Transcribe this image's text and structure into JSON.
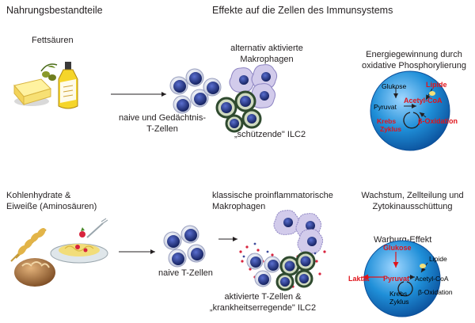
{
  "headers": {
    "left": "Nahrungsbestandteile",
    "right": "Effekte auf die Zellen des Immunsystems"
  },
  "row1": {
    "food": "Fettsäuren",
    "tcell": [
      "naive und Gedächtnis-",
      "T-Zellen"
    ],
    "macro": [
      "alternativ aktivierte",
      "Makrophagen"
    ],
    "ilc": "„schützende\" ILC2",
    "energy": [
      "Energiegewinnung durch",
      "oxidative Phosphorylierung"
    ],
    "cell": {
      "glukose": "Glukose",
      "lipide": "Lipide",
      "pyruvat": "Pyruvat",
      "acetyl": "Acetyl-CoA",
      "krebs1": "Krebs",
      "krebs2": "Zyklus",
      "beta": "β-Oxidation"
    }
  },
  "row2": {
    "food": [
      "Kohlenhydrate &",
      "Eiweiße (Aminosäuren)"
    ],
    "tcell": "naive T-Zellen",
    "macro": [
      "klassische proinflammatorische",
      "Makrophagen"
    ],
    "ilc": [
      "aktivierte T-Zellen &",
      "„krankheitserregende\" ILC2"
    ],
    "growth": [
      "Wachstum, Zellteilung und",
      "Zytokinausschüttung"
    ],
    "warburg": "Warburg-Effekt",
    "cell": {
      "glukose": "Glukose",
      "lipide": "Lipide",
      "laktat": "Laktat",
      "pyruvat": "Pyruvat",
      "acetyl": "Acetyl-CoA",
      "krebs1": "Krebs",
      "krebs2": "Zyklus",
      "beta": "β-Oxidation"
    }
  },
  "colors": {
    "cell_fill": "#1f8fd8",
    "nucleus": "#1b2a6b",
    "highlight_red": "#e0141b",
    "ilc_ring": "#2f4a2f",
    "macro_fill": "#c9c2e6",
    "dots_red": "#d8233d"
  }
}
